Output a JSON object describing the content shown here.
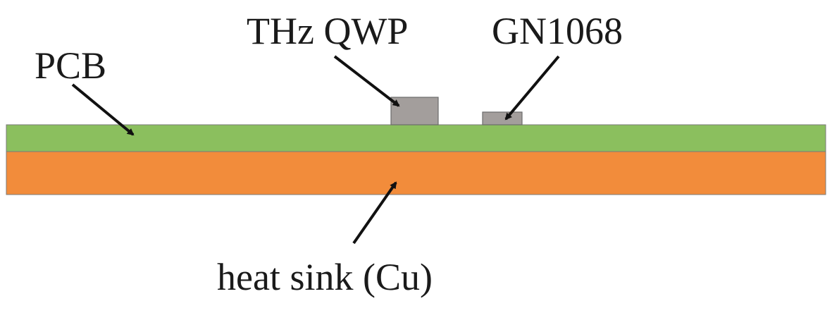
{
  "labels": {
    "pcb": "PCB",
    "thz_qwp": "THz QWP",
    "gn1068": "GN1068",
    "heat_sink": "heat sink (Cu)"
  },
  "colors": {
    "pcb_layer": "#8bbf5e",
    "heat_sink_layer": "#f28c3b",
    "component": "#a39e9c",
    "arrow": "#111111",
    "outline": "#6b6b6b"
  }
}
